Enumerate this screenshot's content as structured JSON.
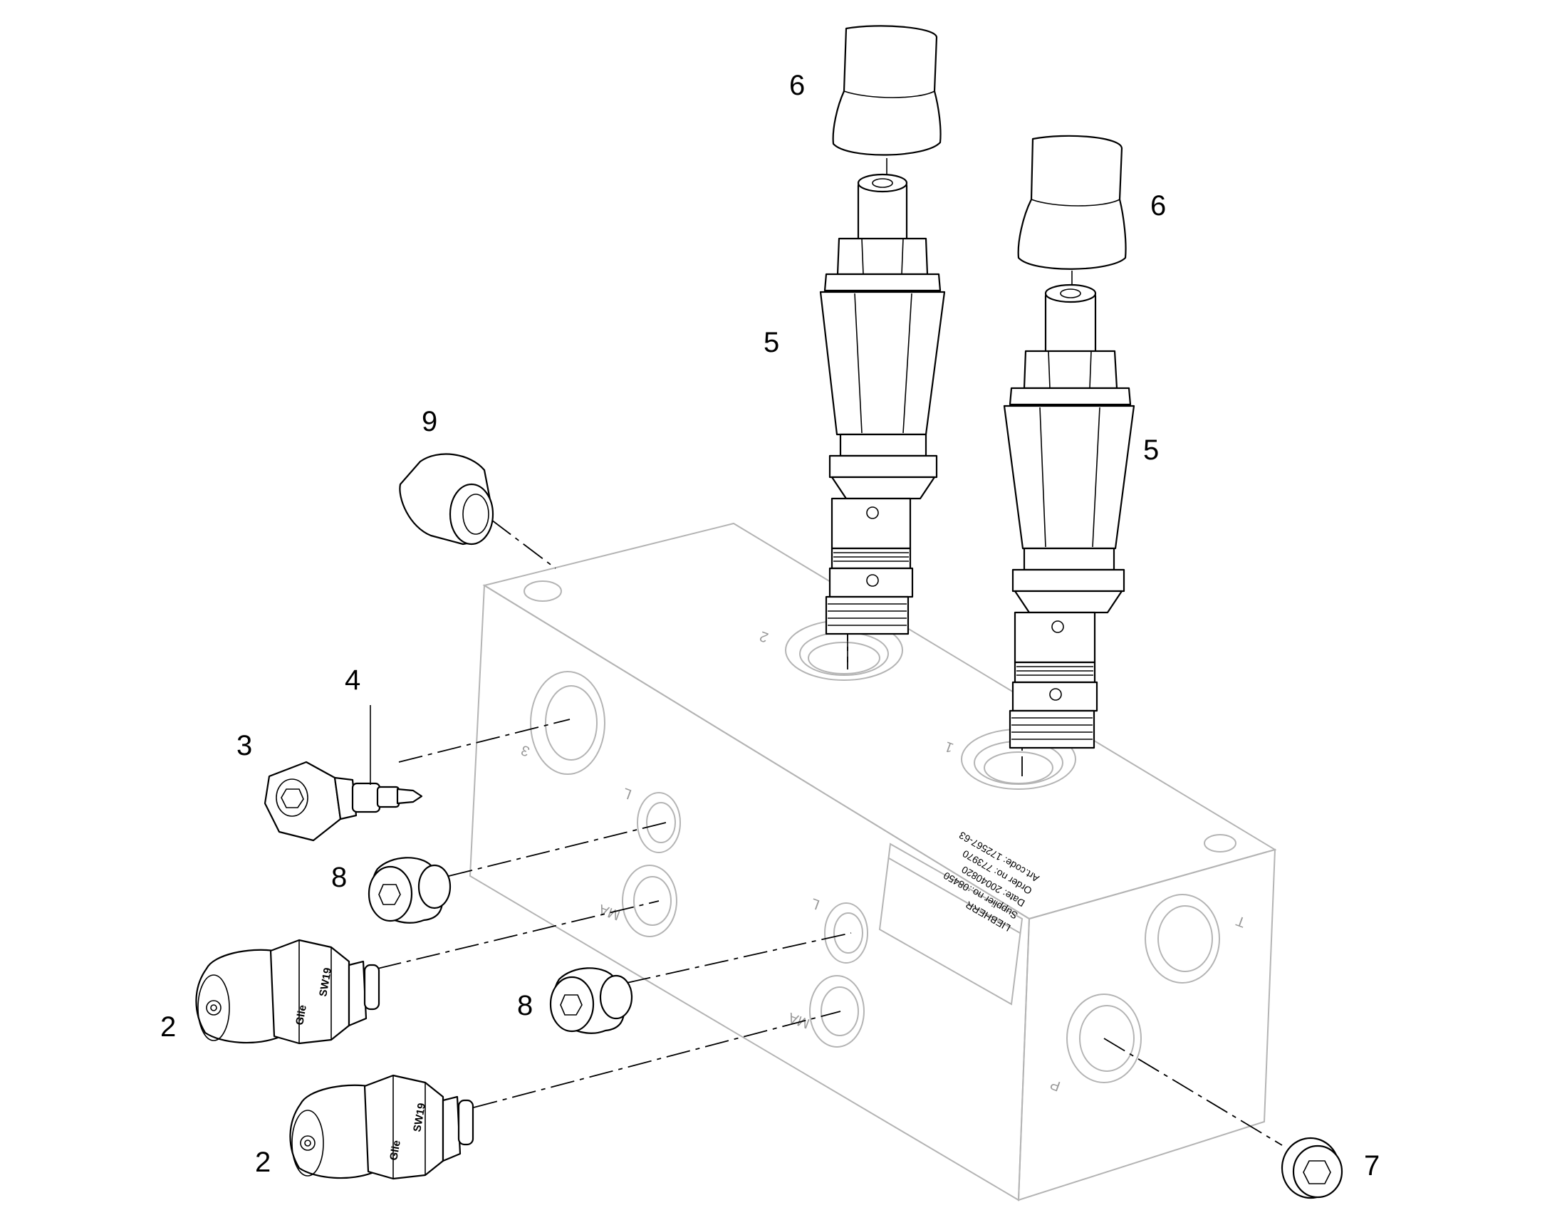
{
  "callouts": {
    "c6a": "6",
    "c6b": "6",
    "c5a": "5",
    "c5b": "5",
    "c9": "9",
    "c4": "4",
    "c3": "3",
    "c8a": "8",
    "c8b": "8",
    "c2a": "2",
    "c2b": "2",
    "c7": "7"
  },
  "nameplate": {
    "line1": "LIEBHERR",
    "line2": "Supplier no.:08450",
    "line3": "Date: 20040820",
    "line4": "Order no: 773970",
    "line5": "Art.code: 172567-63"
  },
  "port_marks": {
    "top_left": "2",
    "top_right": "1",
    "side_3": "3",
    "side_l1": "L",
    "side_l2": "L",
    "side_ma1": "MA",
    "side_ma2": "MA",
    "end_t": "T",
    "end_p": "P"
  },
  "fitting_marks": {
    "sw_a": "SW19",
    "sw_b": "SW19",
    "brand_a": "Glie",
    "brand_b": "Glie"
  }
}
